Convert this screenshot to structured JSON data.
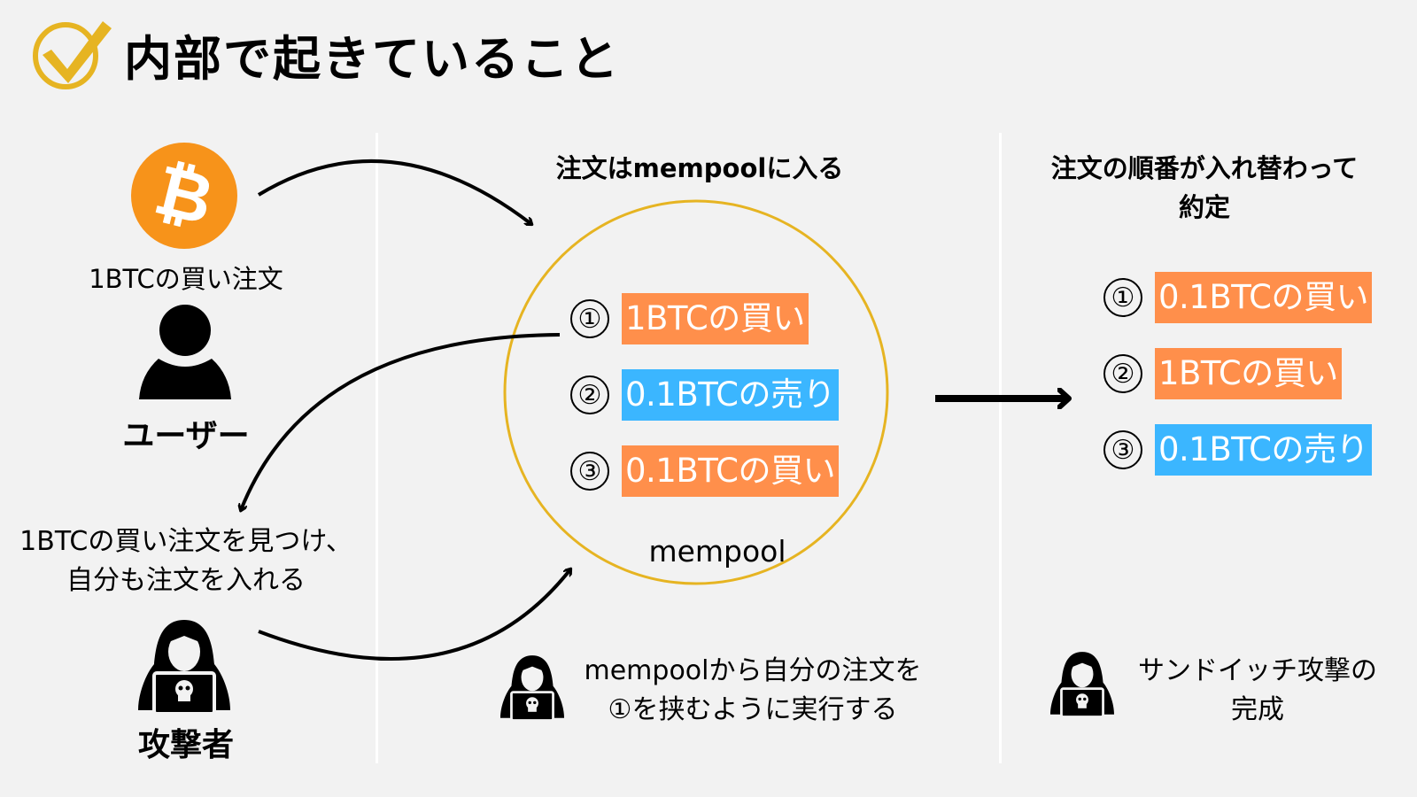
{
  "header": {
    "title": "内部で起きていること",
    "icon": "check-circle-icon",
    "accent_color": "#e6b422"
  },
  "left": {
    "bitcoin_icon": "bitcoin-icon",
    "bitcoin_glyph": "₿",
    "bitcoin_color": "#f7931a",
    "user_order_label": "1BTCの買い注文",
    "user_label": "ユーザー",
    "attacker_note": [
      "1BTCの買い注文を見つけ、",
      "自分も注文を入れる"
    ],
    "attacker_label": "攻撃者"
  },
  "middle": {
    "heading": "注文はmempoolに入る",
    "pool_label": "mempool",
    "orders": [
      {
        "num": "①",
        "text": "1BTCの買い",
        "type": "buy"
      },
      {
        "num": "②",
        "text": "0.1BTCの売り",
        "type": "sell"
      },
      {
        "num": "③",
        "text": "0.1BTCの買い",
        "type": "buy"
      }
    ],
    "note": [
      "mempoolから自分の注文を",
      "①を挟むように実行する"
    ]
  },
  "right": {
    "heading": [
      "注文の順番が入れ替わって",
      "約定"
    ],
    "orders": [
      {
        "num": "①",
        "text": "0.1BTCの買い",
        "type": "buy"
      },
      {
        "num": "②",
        "text": "1BTCの買い",
        "type": "buy"
      },
      {
        "num": "③",
        "text": "0.1BTCの売り",
        "type": "sell"
      }
    ],
    "note": [
      "サンドイッチ攻撃の",
      "完成"
    ]
  },
  "colors": {
    "buy": "#ff8f4b",
    "sell": "#3bb6ff",
    "pool_ring": "#e6b422",
    "background": "#f2f2f2"
  }
}
